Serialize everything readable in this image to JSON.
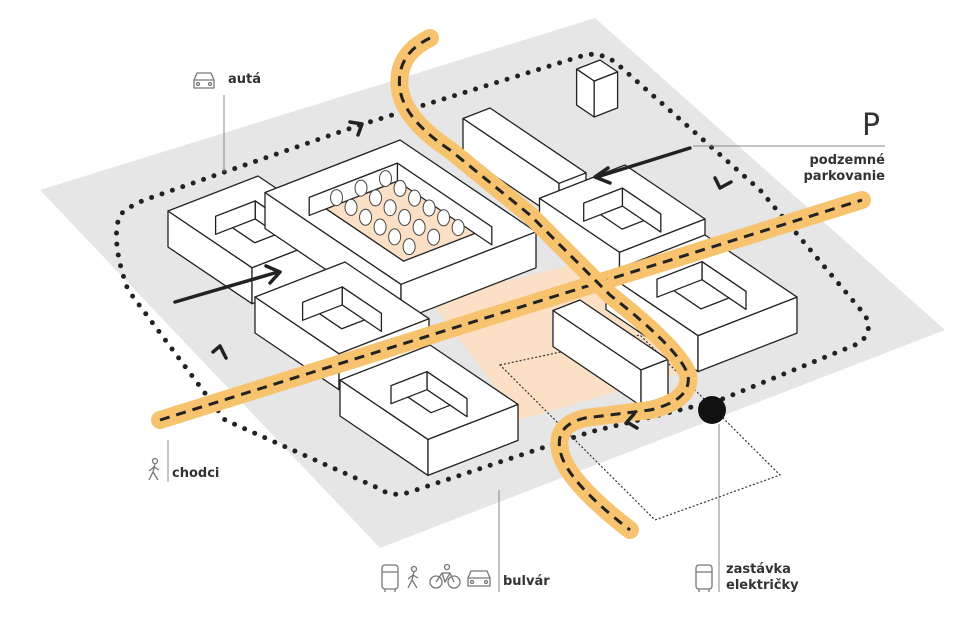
{
  "labels": {
    "cars": "autá",
    "pedestrians": "chodci",
    "boulevard": "bulvár",
    "tram_stop_line1": "zastávka",
    "tram_stop_line2": "električky",
    "parking_symbol": "P",
    "parking_line1": "podzemné",
    "parking_line2": "parkovanie"
  },
  "icons": {
    "cars": "car-icon",
    "pedestrians": "pedestrian-icon",
    "boulevard": [
      "tram-icon",
      "pedestrian-icon",
      "bicycle-icon",
      "car-icon"
    ],
    "tram_stop": "tram-icon"
  },
  "colors": {
    "ground": "#e6e6e6",
    "road": "#f7c36e",
    "courtyard": "#fbe0c6",
    "ink": "#222222"
  }
}
